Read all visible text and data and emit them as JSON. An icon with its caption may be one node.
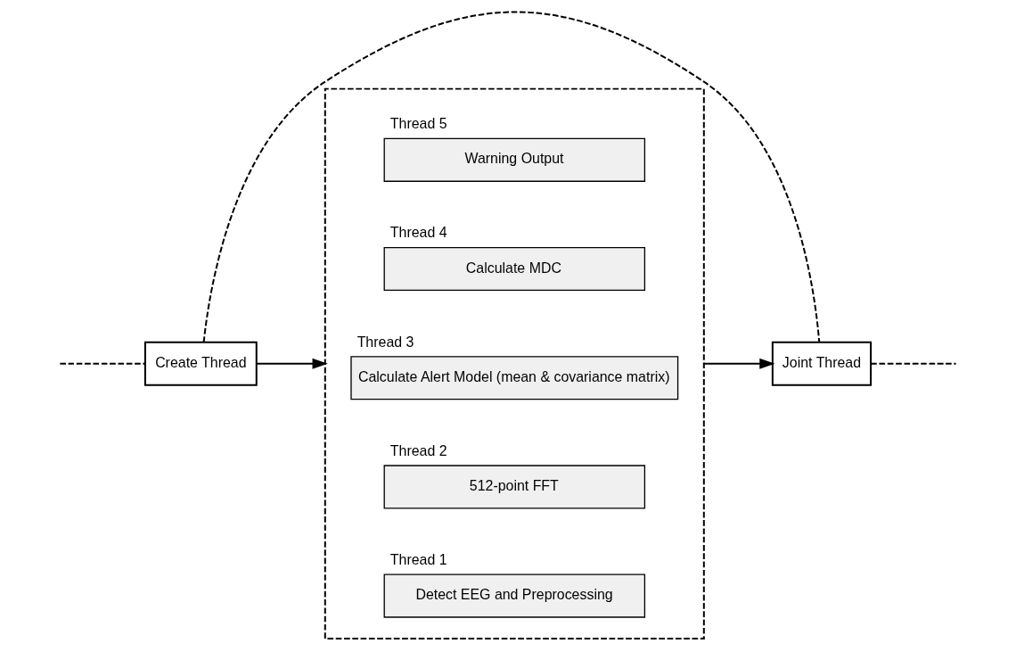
{
  "diagram": {
    "nodes": [
      {
        "text": [
          "Create Thread"
        ]
      },
      {
        "text": [
          "Joint Thread"
        ]
      },
      {
        "text": [],
        "shape": "box"
      },
      {
        "text": [
          "Thread 1",
          "Detect EEG and Preprocessing"
        ],
        "in": 2
      },
      {
        "text": [
          "Thread 2",
          "512-point FFT"
        ],
        "in": 2
      },
      {
        "text": [
          "Thread 3",
          "Calculate Alert Model (mean & covariance matrix)"
        ],
        "in": 2
      },
      {
        "text": [
          "Thread 4",
          "Calculate MDC"
        ],
        "in": 2
      },
      {
        "text": [
          "Thread 5",
          "Warning Output"
        ],
        "in": 2
      }
    ],
    "edges": [
      {
        "from": null,
        "to": 0,
        "arrow": "none",
        "style": "dashed"
      },
      {
        "from": 0,
        "to": 1,
        "arrow": "none",
        "style": "dashed"
      },
      {
        "from": 1,
        "to": null,
        "arrow": "none",
        "style": "dashed"
      },
      {
        "from": 0,
        "to": 2,
        "arrow": "to"
      },
      {
        "from": 2,
        "to": 1,
        "arrow": "to"
      }
    ]
  }
}
